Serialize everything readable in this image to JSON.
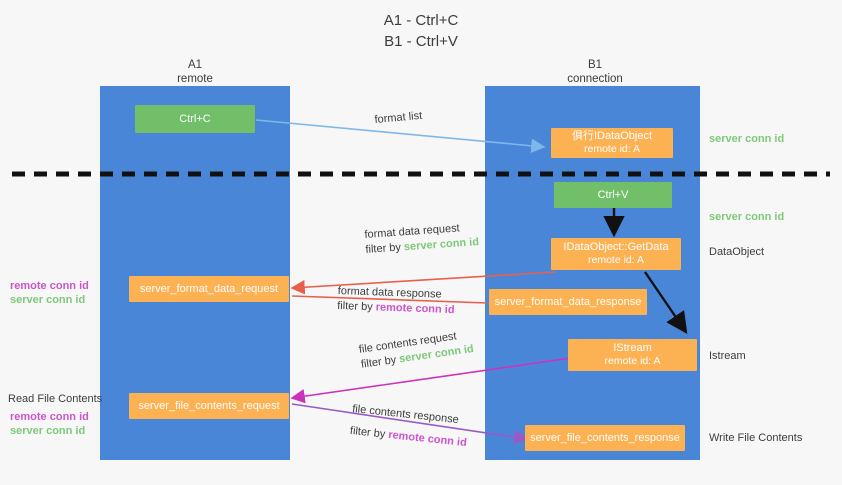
{
  "title": {
    "line1": "A1 - Ctrl+C",
    "line2": "B1 - Ctrl+V"
  },
  "lanes": [
    {
      "name": "A1",
      "sub": "remote"
    },
    {
      "name": "B1",
      "sub": "connection"
    }
  ],
  "colors": {
    "background": "#f7f7f7",
    "lane": "#4a86d8",
    "box_green": "#72bf6a",
    "box_orange": "#fcb153",
    "text_dark": "#3c3c3c",
    "green_text": "#7ec87a",
    "magenta_text": "#cc55cc",
    "arrow_blue": "#7fb8e8",
    "arrow_red": "#e8604c",
    "arrow_magenta": "#cc33bb",
    "arrow_purple": "#9b59c6",
    "arrow_black": "#111111",
    "divider": "#111111"
  },
  "boxes": {
    "ctrl_c": {
      "line1": "Ctrl+C",
      "line2": ""
    },
    "ctrl_v": {
      "line1": "Ctrl+V",
      "line2": ""
    },
    "idataobject_top": {
      "line1": "俱行IDataObject",
      "line2": "remote id: A"
    },
    "idataobject_getdata": {
      "line1": "IDataObject::GetData",
      "line2": "remote id: A"
    },
    "istream": {
      "line1": "IStream",
      "line2": "remote id: A"
    },
    "server_format_data_request": {
      "line1": "server_format_data_request",
      "line2": ""
    },
    "server_format_data_response": {
      "line1": "server_format_data_response",
      "line2": ""
    },
    "server_file_contents_request": {
      "line1": "server_file_contents_request",
      "line2": ""
    },
    "server_file_contents_response": {
      "line1": "server_file_contents_response",
      "line2": ""
    }
  },
  "edge_labels": {
    "format_list": "format list",
    "format_data_request": "format data request",
    "format_data_request_filter_prefix": "filter by ",
    "format_data_request_filter_value": "server conn id",
    "format_data_response": "format data response",
    "format_data_response_filter_prefix": "filter by ",
    "format_data_response_filter_value": "remote conn id",
    "file_contents_request": "file contents request",
    "file_contents_request_filter_prefix": "filter by ",
    "file_contents_request_filter_value": "server conn id",
    "file_contents_response": "file contents response",
    "file_contents_response_filter_prefix": "filter by ",
    "file_contents_response_filter_value": "remote conn id"
  },
  "right_labels": {
    "server_conn_id_1": "server conn id",
    "server_conn_id_2": "server conn id",
    "dataobject": "DataObject",
    "istream": "Istream",
    "write_file_contents": "Write File Contents"
  },
  "left_labels": {
    "remote_conn_id_1": "remote conn id",
    "server_conn_id_1": "server conn id",
    "read_file_contents": "Read File Contents",
    "remote_conn_id_2": "remote conn id",
    "server_conn_id_2": "server conn id"
  }
}
